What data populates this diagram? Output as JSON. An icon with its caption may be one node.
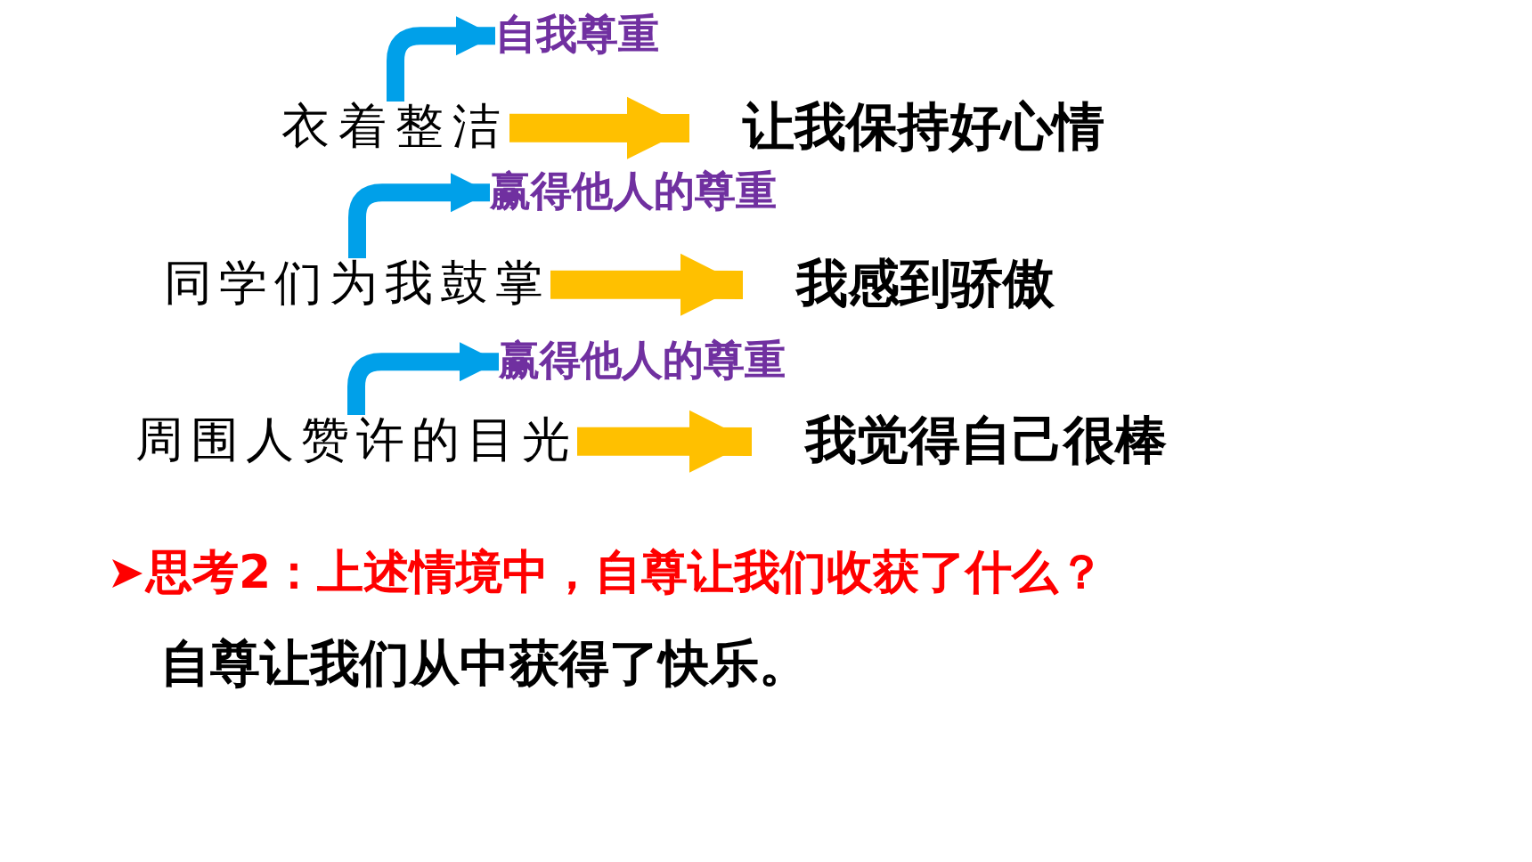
{
  "diagram": {
    "nodes": [
      {
        "text": [
          "衣着整洁"
        ]
      },
      {
        "text": [
          "自我尊重"
        ]
      },
      {
        "text": [
          "让我保持好心情"
        ]
      },
      {
        "text": [
          "同学们为我鼓掌"
        ]
      },
      {
        "text": [
          "赢得他人的尊重"
        ]
      },
      {
        "text": [
          "我感到骄傲"
        ]
      },
      {
        "text": [
          "周围人赞许的目光"
        ]
      },
      {
        "text": [
          "赢得他人的尊重"
        ]
      },
      {
        "text": [
          "我觉得自己很棒"
        ]
      }
    ],
    "edges": [
      {
        "from": 0,
        "to": 1,
        "arrow": "to",
        "color": "#00a0e9"
      },
      {
        "from": 0,
        "to": 2,
        "arrow": "to",
        "color": "#ffc000"
      },
      {
        "from": 3,
        "to": 4,
        "arrow": "to",
        "color": "#00a0e9"
      },
      {
        "from": 3,
        "to": 5,
        "arrow": "to",
        "color": "#ffc000"
      },
      {
        "from": 6,
        "to": 7,
        "arrow": "to",
        "color": "#00a0e9"
      },
      {
        "from": 6,
        "to": 8,
        "arrow": "to",
        "color": "#ffc000"
      }
    ],
    "labels": [
      "思考2：上述情境中，自尊让我们收获了什么？",
      "自尊让我们从中获得了快乐。"
    ]
  }
}
